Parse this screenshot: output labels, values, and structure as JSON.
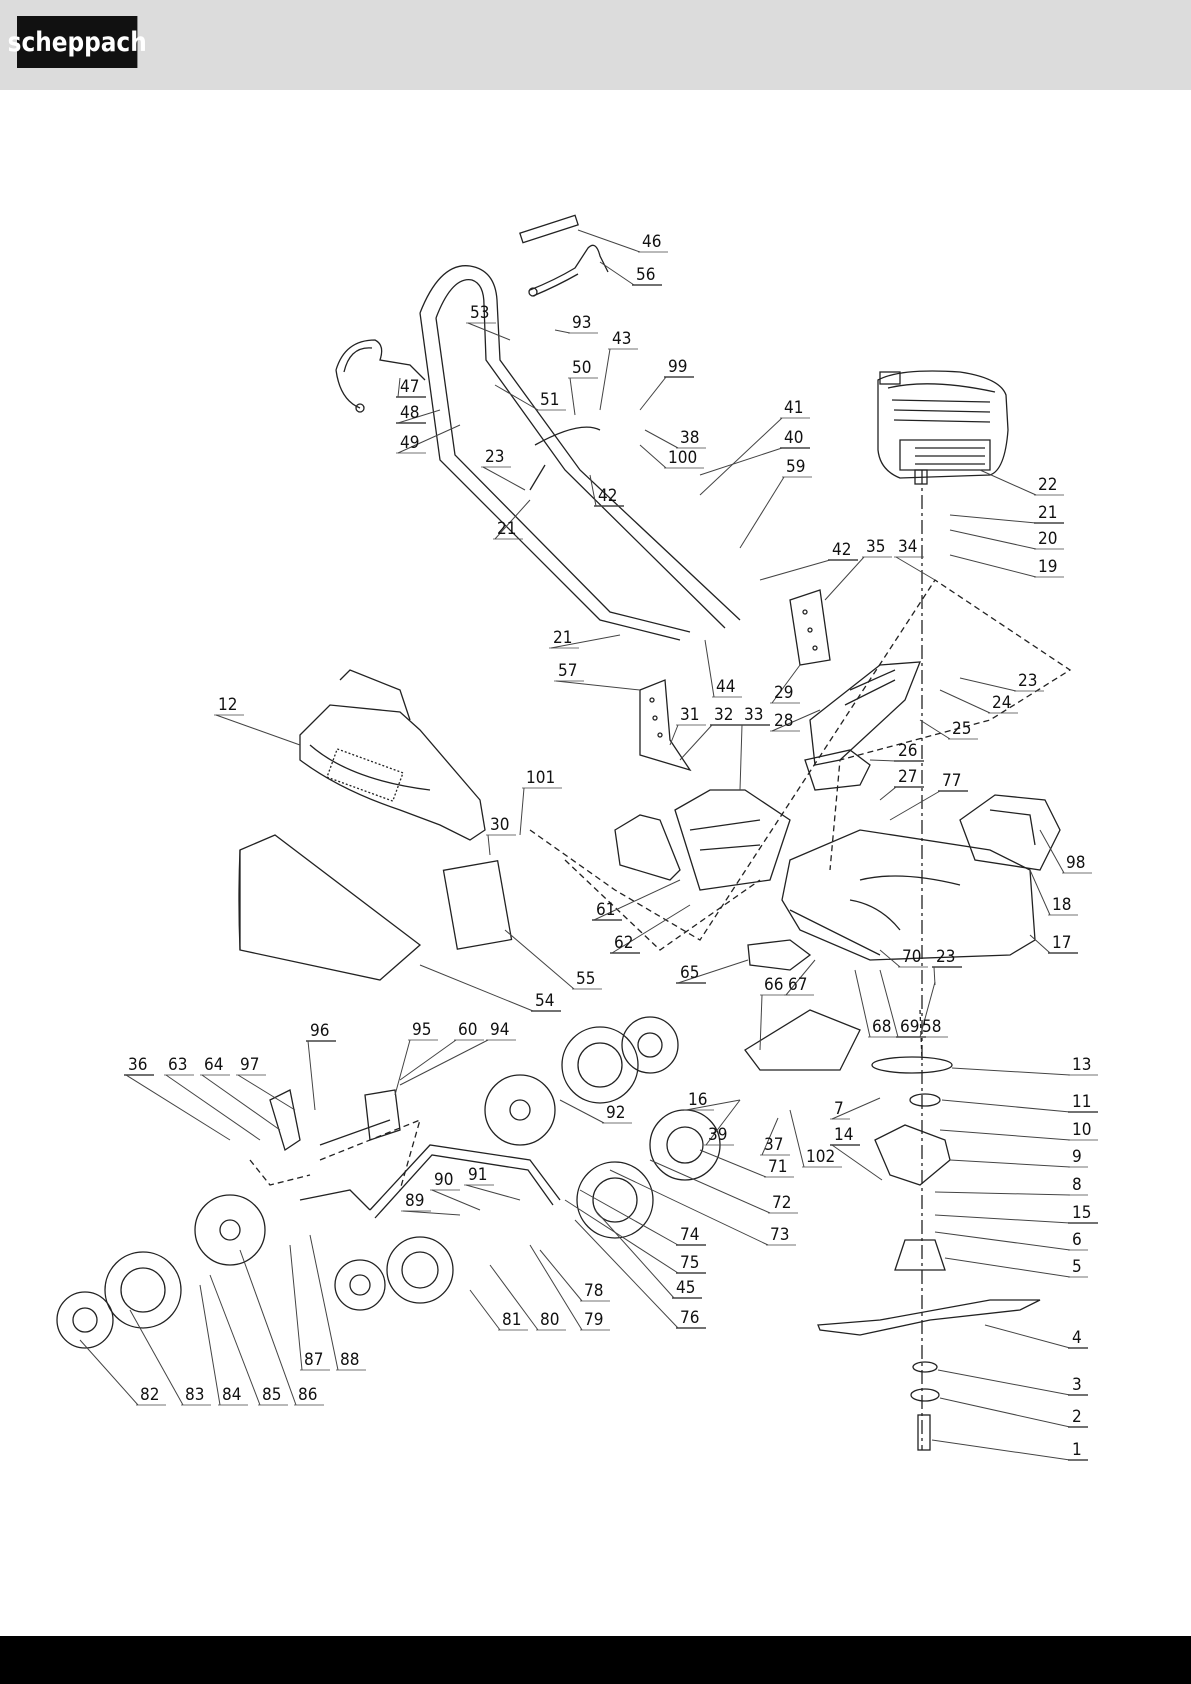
{
  "header": {
    "brand": "scheppach"
  },
  "diagram": {
    "part_numbers": [
      "1",
      "2",
      "3",
      "4",
      "5",
      "6",
      "7",
      "8",
      "9",
      "10",
      "11",
      "12",
      "13",
      "14",
      "15",
      "16",
      "17",
      "18",
      "19",
      "20",
      "21",
      "22",
      "23",
      "24",
      "25",
      "26",
      "27",
      "28",
      "29",
      "30",
      "31",
      "32",
      "33",
      "34",
      "35",
      "36",
      "37",
      "38",
      "39",
      "40",
      "41",
      "42",
      "43",
      "44",
      "45",
      "46",
      "47",
      "48",
      "49",
      "50",
      "51",
      "53",
      "54",
      "55",
      "56",
      "57",
      "58",
      "59",
      "60",
      "61",
      "62",
      "63",
      "64",
      "65",
      "66",
      "67",
      "68",
      "69",
      "70",
      "71",
      "72",
      "73",
      "74",
      "75",
      "76",
      "77",
      "78",
      "79",
      "80",
      "81",
      "82",
      "83",
      "84",
      "85",
      "86",
      "87",
      "88",
      "89",
      "90",
      "91",
      "92",
      "93",
      "94",
      "95",
      "96",
      "97",
      "98",
      "99",
      "100",
      "101",
      "102"
    ]
  },
  "colors": {
    "header_bg": "#dcdcdc",
    "footer_bg": "#000000",
    "line": "#222222"
  }
}
